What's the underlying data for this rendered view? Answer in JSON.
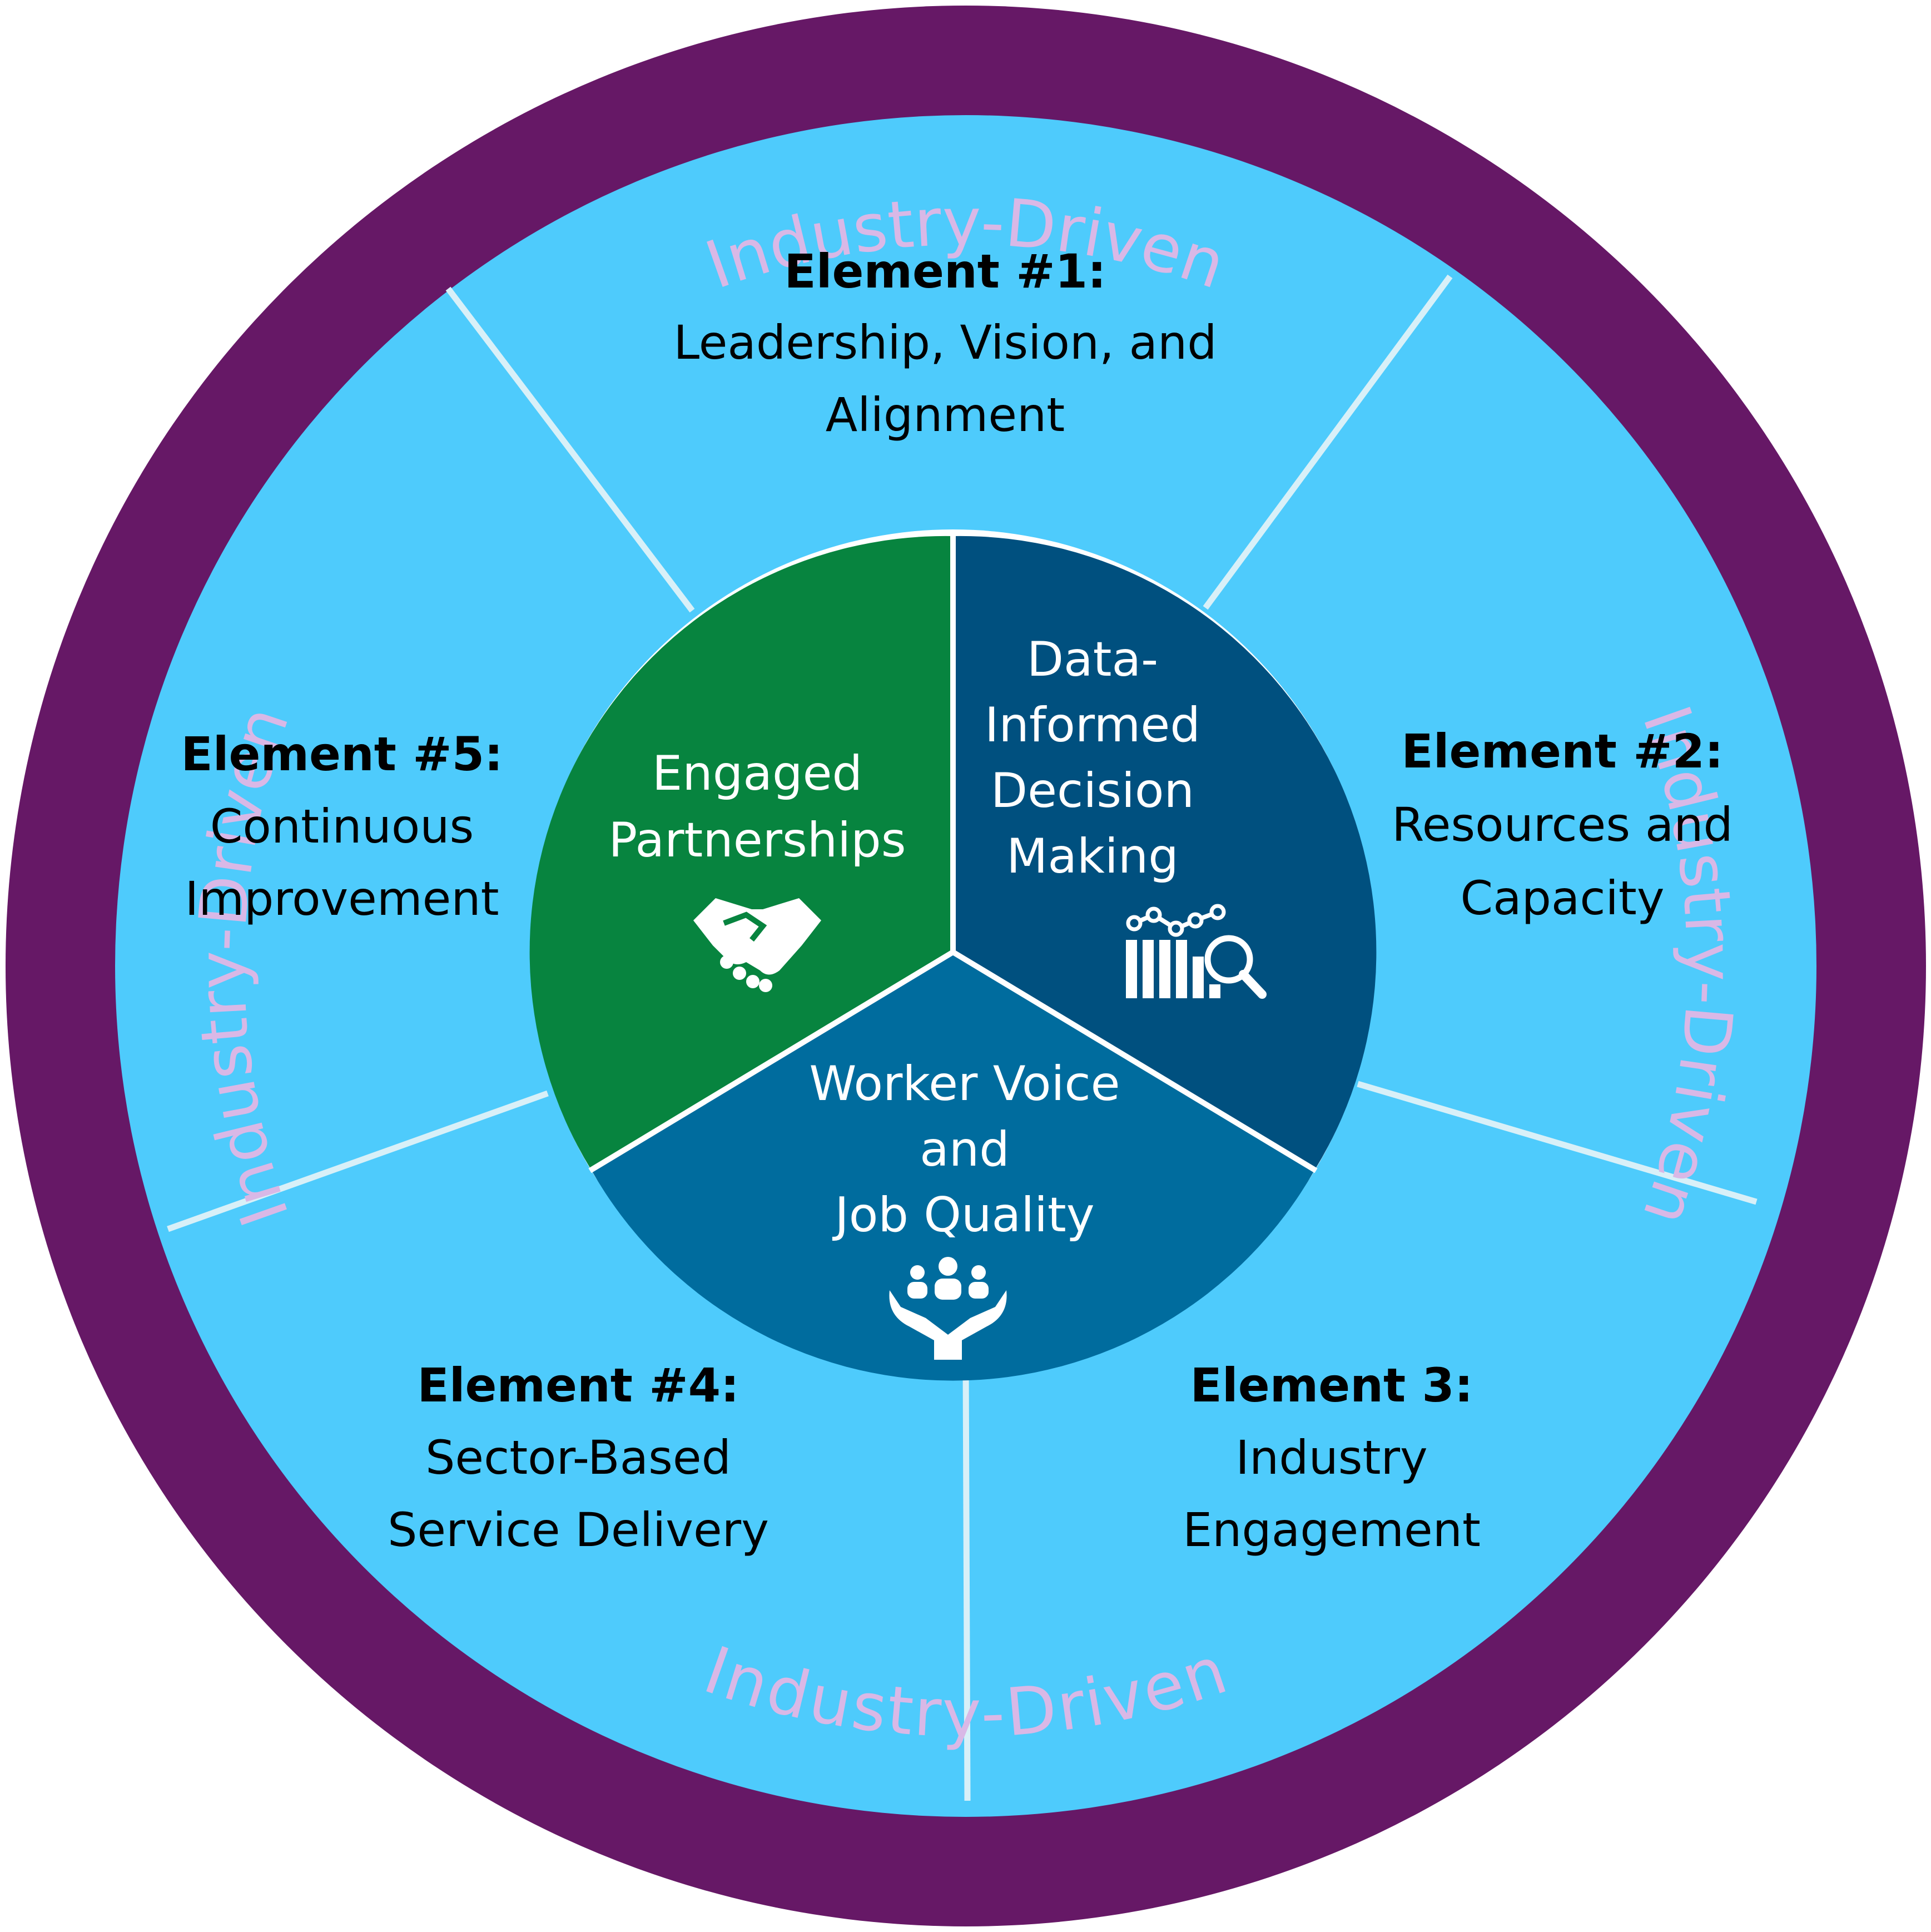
{
  "outer_ring": {
    "label_top": "Industry-Driven",
    "label_right": "Industry-Driven",
    "label_bottom": "Industry-Driven",
    "label_left": "Industry-Driven"
  },
  "elements": [
    {
      "heading": "Element #1:",
      "lines": [
        "Leadership, Vision, and",
        "Alignment"
      ]
    },
    {
      "heading": "Element #2:",
      "lines": [
        "Resources and",
        "Capacity"
      ]
    },
    {
      "heading": "Element 3:",
      "lines": [
        "Industry",
        "Engagement"
      ]
    },
    {
      "heading": "Element #4:",
      "lines": [
        "Sector-Based",
        "Service Delivery"
      ]
    },
    {
      "heading": "Element #5:",
      "lines": [
        "Continuous",
        "Improvement"
      ]
    }
  ],
  "core": {
    "engaged": {
      "lines": [
        "Engaged",
        "Partnerships"
      ],
      "icon": "handshake-icon"
    },
    "data": {
      "lines": [
        "Data-",
        "Informed",
        "Decision",
        "Making"
      ],
      "icon": "data-analytics-icon"
    },
    "worker": {
      "lines": [
        "Worker Voice",
        "and",
        "Job Quality"
      ],
      "icon": "people-in-hands-icon"
    }
  },
  "colors": {
    "ring": "#661866",
    "outer_fill": "#4ecbfc",
    "engaged": "#07843f",
    "data": "#00507f",
    "worker": "#006c9e",
    "divider": "#d8f0f8"
  }
}
